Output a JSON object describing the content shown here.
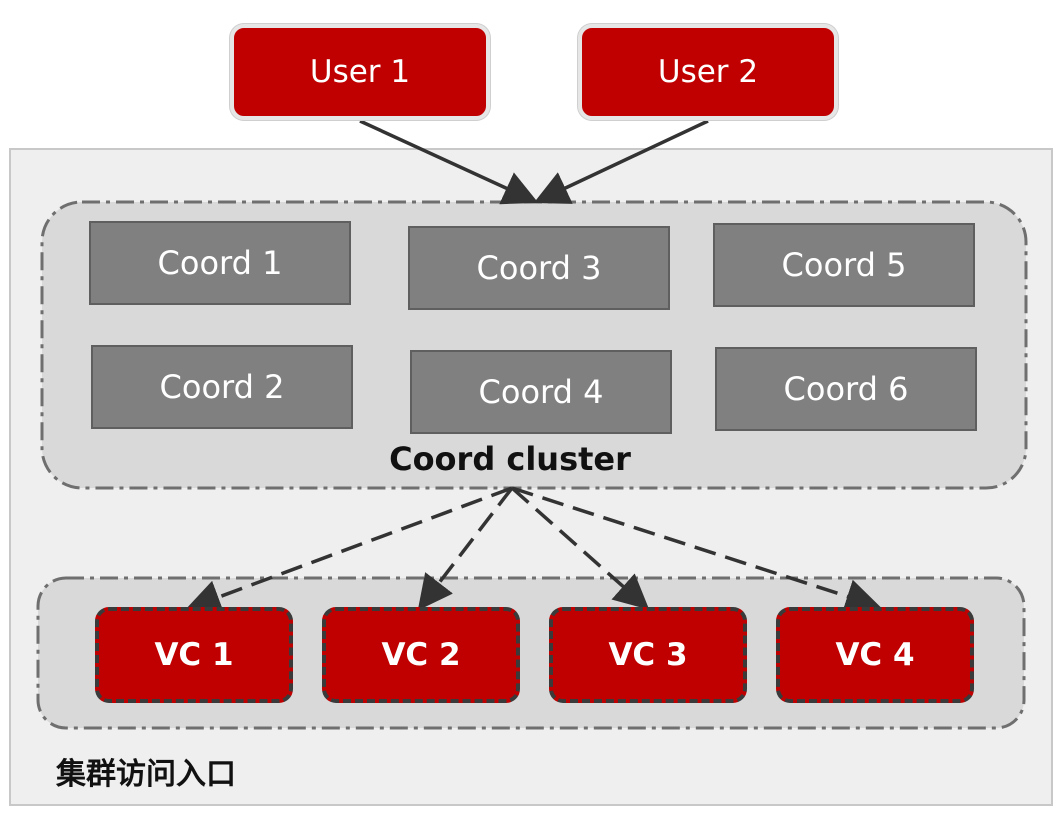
{
  "users": [
    {
      "label": "User 1"
    },
    {
      "label": "User 2"
    }
  ],
  "coord_cluster": {
    "label": "Coord cluster",
    "nodes": [
      {
        "label": "Coord 1"
      },
      {
        "label": "Coord 2"
      },
      {
        "label": "Coord 3"
      },
      {
        "label": "Coord 4"
      },
      {
        "label": "Coord 5"
      },
      {
        "label": "Coord 6"
      }
    ]
  },
  "vcs": [
    {
      "label": "VC 1"
    },
    {
      "label": "VC 2"
    },
    {
      "label": "VC 3"
    },
    {
      "label": "VC 4"
    }
  ],
  "entry_label": "集群访问入口",
  "colors": {
    "user_fill": "#c00000",
    "coord_fill": "#808080",
    "group_fill": "#d9d9d9",
    "outer_fill": "#efefef"
  }
}
